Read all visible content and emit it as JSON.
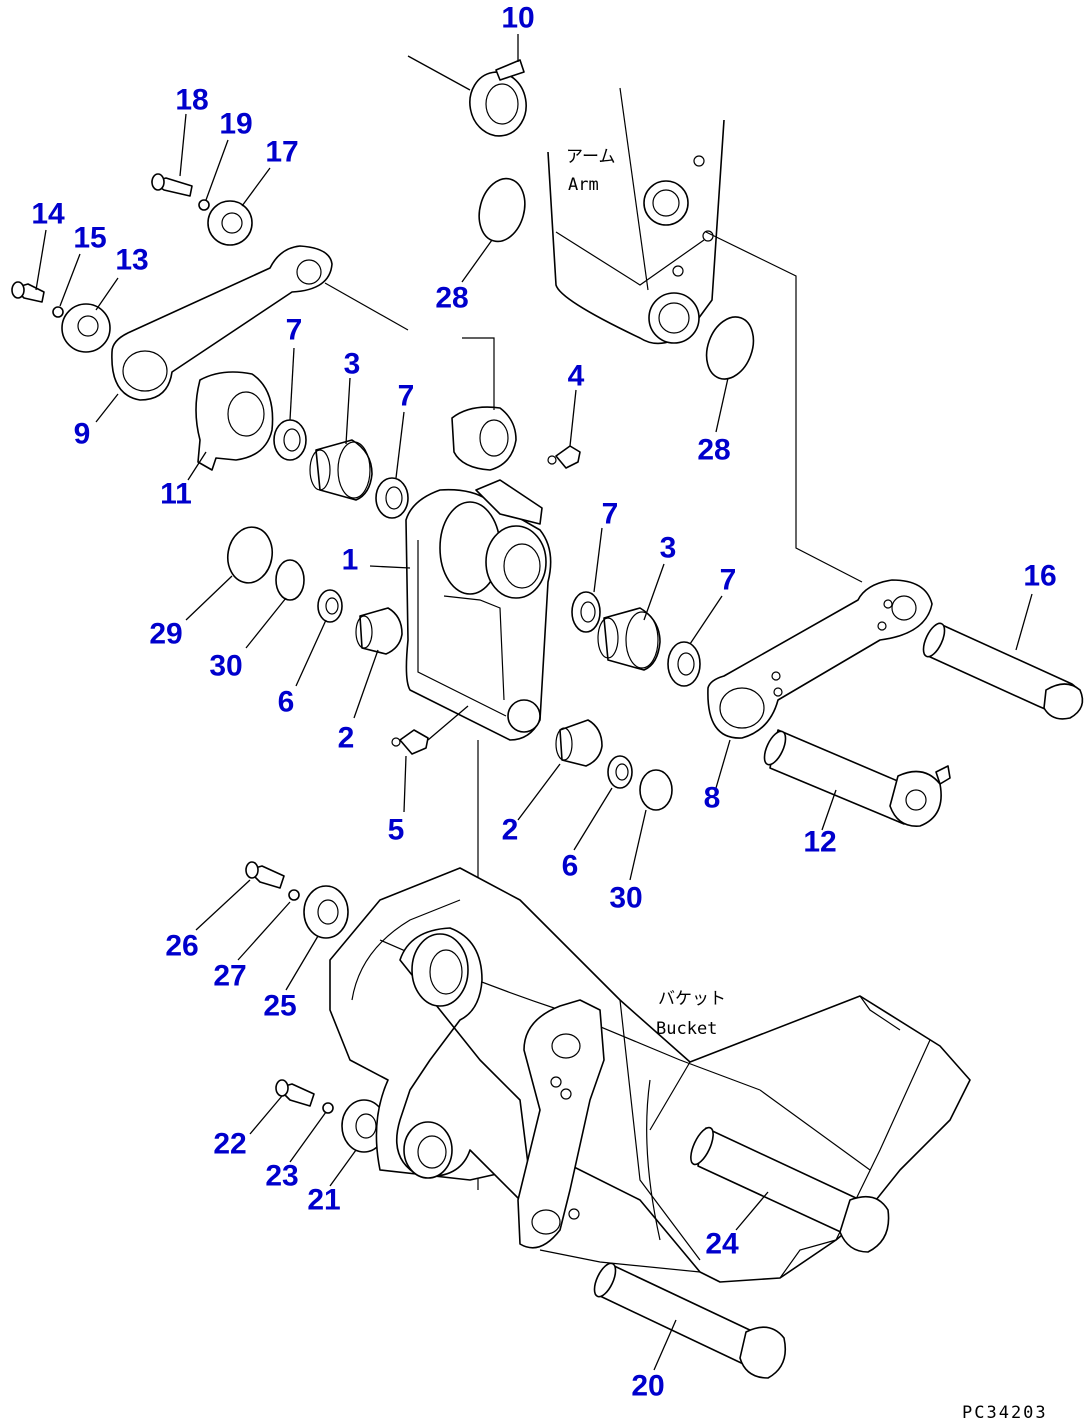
{
  "diagram": {
    "notes": {
      "arm_jp": "アーム",
      "arm_en": "Arm",
      "bucket_jp": "バケット",
      "bucket_en": "Bucket"
    },
    "drawing_code": "PC34203",
    "callouts": [
      "10",
      "18",
      "19",
      "17",
      "14",
      "15",
      "13",
      "28",
      "7",
      "3",
      "4",
      "7",
      "9",
      "11",
      "28",
      "1",
      "29",
      "30",
      "6",
      "2",
      "7",
      "3",
      "7",
      "16",
      "8",
      "12",
      "5",
      "2",
      "6",
      "30",
      "26",
      "27",
      "25",
      "22",
      "23",
      "21",
      "24",
      "20"
    ]
  }
}
